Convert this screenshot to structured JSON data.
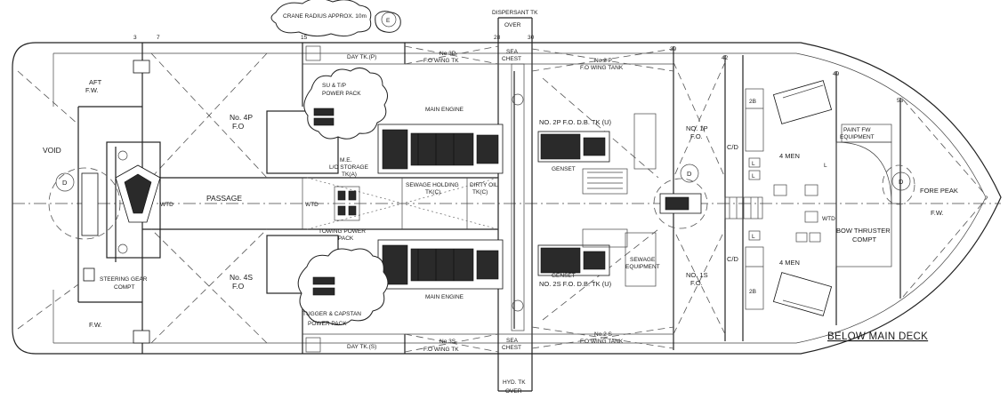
{
  "drawing": {
    "view_title": "BELOW MAIN DECK",
    "frames": [
      "3",
      "7",
      "15",
      "28",
      "30",
      "39",
      "42",
      "49",
      "53"
    ],
    "top_notes": {
      "crane": "CRANE RADIUS APPROX. 10m",
      "dispersant_1": "DISPERSANT TK",
      "dispersant_2": "OVER"
    },
    "bottom_notes": {
      "hyd_1": "HYD. TK",
      "hyd_2": "OVER"
    },
    "compartments": {
      "aft_fw_1": "AFT",
      "aft_fw_2": "F.W.",
      "void": "VOID",
      "fw_aft_stbd": "F.W.",
      "steering_1": "STEERING GEAR",
      "steering_2": "COMPT",
      "passage": "PASSAGE",
      "no4p_1": "No. 4P",
      "no4p_2": "F.O",
      "no4s_1": "No. 4S",
      "no4s_2": "F.O",
      "day_tk_p": "DAY TK.(P)",
      "day_tk_s": "DAY TK.(S)",
      "no3p_1": "No.3P",
      "no3p_2": "F.O WING TK",
      "no3s_1": "No.3S",
      "no3s_2": "F.O WING TK",
      "sea_chest_p_1": "SEA",
      "sea_chest_p_2": "CHEST",
      "sea_chest_s_1": "SEA",
      "sea_chest_s_2": "CHEST",
      "su_tp_1": "SU & T/P",
      "su_tp_2": "POWER PACK",
      "tugger_1": "TUGGER & CAPSTAN",
      "tugger_2": "POWER PACK",
      "main_engine_p": "MAIN ENGINE",
      "main_engine_s": "MAIN ENGINE",
      "me_lo_1": "M.E.",
      "me_lo_2": "L/O STORAGE",
      "me_lo_3": "TK(A)",
      "towing_1": "TOWING POWER",
      "towing_2": "PACK",
      "sewage_tk_1": "SEWAGE HOLDING",
      "sewage_tk_2": "TK(C)",
      "dirty_oil_1": "DIRTY OIL",
      "dirty_oil_2": "TK(C)",
      "wtd_aft": "WTD",
      "wtd_mid": "WTD",
      "wtd_fwd": "WTD",
      "no2p_fo_db": "NO. 2P F.O. D.B. TK (U)",
      "no2s_fo_db": "NO. 2S F.O. D.B. TK (U)",
      "no2p_wing_1": "No.2 P",
      "no2p_wing_2": "F.O WING TANK",
      "no2s_wing_1": "No.2 S",
      "no2s_wing_2": "F.O WING TANK",
      "genset_p": "GENSET",
      "genset_s": "GENSET",
      "sewage_eq_1": "SEWAGE",
      "sewage_eq_2": "EQUIPMENT",
      "no1p_1": "NO. 1P",
      "no1p_2": "F.O.",
      "no1s_1": "NO. 1S",
      "no1s_2": "F.O.",
      "cd_p": "C/D",
      "cd_s": "C/D",
      "men_p": "4 MEN",
      "men_s": "4 MEN",
      "bunk_28_p": "2B",
      "bunk_28_s": "2B",
      "l1": "L",
      "l2": "L",
      "l3": "L",
      "l4": "L",
      "paint_1": "PAINT FW",
      "paint_2": "EQUIPMENT",
      "bow_thruster_1": "BOW THRUSTER",
      "bow_thruster_2": "COMPT",
      "fore_peak_1": "FORE PEAK",
      "fore_peak_2": "F.W.",
      "d_mark_aft": "D",
      "d_mark_fwd": "D",
      "d_mark_mid": "D",
      "e_mark": "E"
    }
  }
}
